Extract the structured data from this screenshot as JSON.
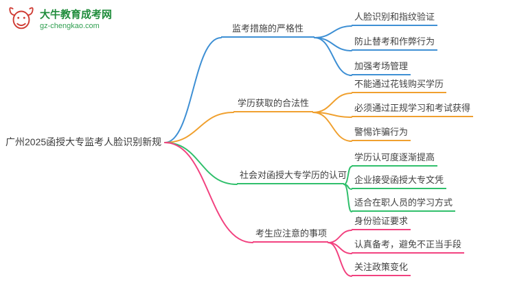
{
  "logo": {
    "title": "大牛教育成考网",
    "domain": "gz-chengkao.com",
    "icon": "bull-icon",
    "title_color": "#1f8c3b",
    "icon_color": "#cf3a32"
  },
  "root": {
    "label": "广州2025函授大专监考人脸识别新规"
  },
  "branches": [
    {
      "label": "监考措施的严格性",
      "color": "#3d8fd4",
      "children": [
        {
          "label": "人脸识别和指纹验证"
        },
        {
          "label": "防止替考和作弊行为"
        },
        {
          "label": "加强考场管理"
        }
      ]
    },
    {
      "label": "学历获取的合法性",
      "color": "#f0a02e",
      "children": [
        {
          "label": "不能通过花钱购买学历"
        },
        {
          "label": "必须通过正规学习和考试获得"
        },
        {
          "label": "警惕诈骗行为"
        }
      ]
    },
    {
      "label": "社会对函授大专学历的认可",
      "color": "#2fbf6b",
      "children": [
        {
          "label": "学历认可度逐渐提高"
        },
        {
          "label": "企业接受函授大专文凭"
        },
        {
          "label": "适合在职人员的学习方式"
        }
      ]
    },
    {
      "label": "考生应注意的事项",
      "color": "#f2417f",
      "children": [
        {
          "label": "身份验证要求"
        },
        {
          "label": "认真备考，避免不正当手段"
        },
        {
          "label": "关注政策变化"
        }
      ]
    }
  ]
}
